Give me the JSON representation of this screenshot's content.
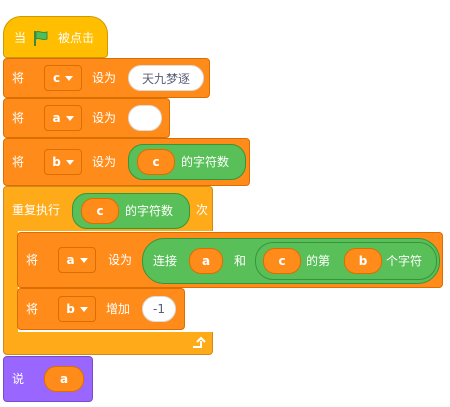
{
  "event": {
    "label_when": "当",
    "label_clicked": "被点击",
    "flag_color": "#4cbf56"
  },
  "set_c": {
    "label_set": "将",
    "var": "c",
    "label_to": "设为",
    "value": "天九梦逐"
  },
  "set_a": {
    "label_set": "将",
    "var": "a",
    "label_to": "设为",
    "value": ""
  },
  "set_b": {
    "label_set": "将",
    "var": "b",
    "label_to": "设为",
    "reporter_var": "c",
    "reporter_suffix": "的字符数"
  },
  "repeat": {
    "label": "重复执行",
    "reporter_var": "c",
    "reporter_suffix": "的字符数",
    "label_times": "次"
  },
  "inner_set_a": {
    "label_set": "将",
    "var": "a",
    "label_to": "设为",
    "join_label": "连接",
    "join_first": "a",
    "join_and": "和",
    "letter_var": "c",
    "letter_of": "的第",
    "letter_index": "b",
    "letter_suffix": "个字符"
  },
  "change_b": {
    "label_set": "将",
    "var": "b",
    "label_change": "增加",
    "value": "-1"
  },
  "say": {
    "label": "说",
    "var": "a"
  },
  "colors": {
    "events": "#ffbf00",
    "variables": "#ff8c1a",
    "control": "#ffab19",
    "operators": "#59c059",
    "looks": "#9966ff"
  }
}
